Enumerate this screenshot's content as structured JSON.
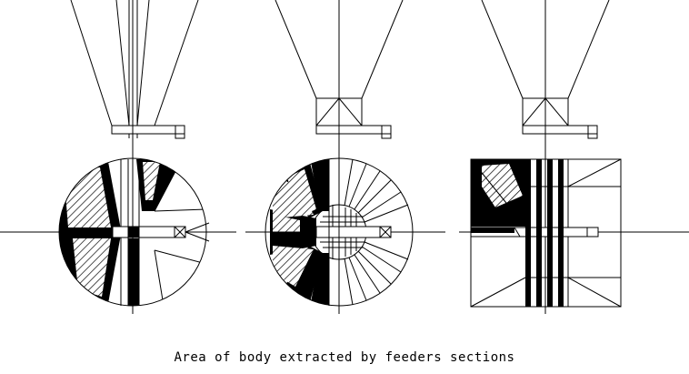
{
  "caption": "Area of body extracted by feeders sections",
  "colors": {
    "ink": "#000000",
    "paper": "#ffffff"
  },
  "views": [
    {
      "id": "left",
      "plan_shape": "circle",
      "feeder": "slot-feeder"
    },
    {
      "id": "middle",
      "plan_shape": "circle",
      "feeder": "square-feeder"
    },
    {
      "id": "right",
      "plan_shape": "square",
      "feeder": "square-feeder"
    }
  ]
}
